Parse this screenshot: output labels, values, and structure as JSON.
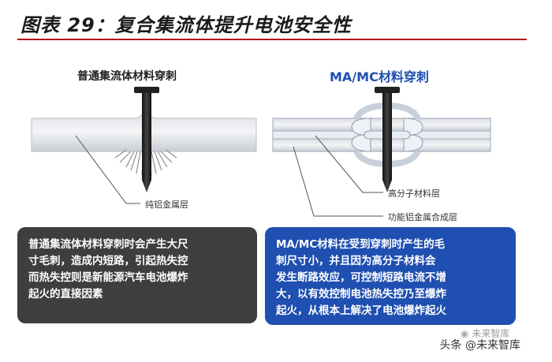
{
  "figure": {
    "title": "图表 29：复合集流体提升电池安全性"
  },
  "left_panel": {
    "heading": "普通集流体材料穿刺",
    "layer_label": "纯铝金属层",
    "caption_lines": [
      "普通集流体材料穿刺时会产生大尺",
      "寸毛刺，造成内短路，引起热失控",
      "而热失控则是新能源汽车电池爆炸",
      "起火的直接因素"
    ]
  },
  "right_panel": {
    "heading": "MA/MC材料穿刺",
    "polymer_label": "高分子材料层",
    "composite_label": "功能铝金属合成层",
    "caption_lines": [
      "MA/MC材料在受到穿刺时产生的毛",
      "刺尺寸小，并且因为高分子材料会",
      "发生断路效应，可控制短路电流不增",
      "大，以有效控制电池热失控乃至爆炸",
      "起火，从根本上解决了电池爆炸起火"
    ]
  },
  "watermark": {
    "line1": "未来智库",
    "line2": "头条 @未来智库"
  },
  "colors": {
    "rule": "#b01818",
    "left_box": "#3e3e40",
    "right_box": "#1f4fb0",
    "nail": "#222222"
  },
  "icons": [
    "wechat-icon"
  ]
}
